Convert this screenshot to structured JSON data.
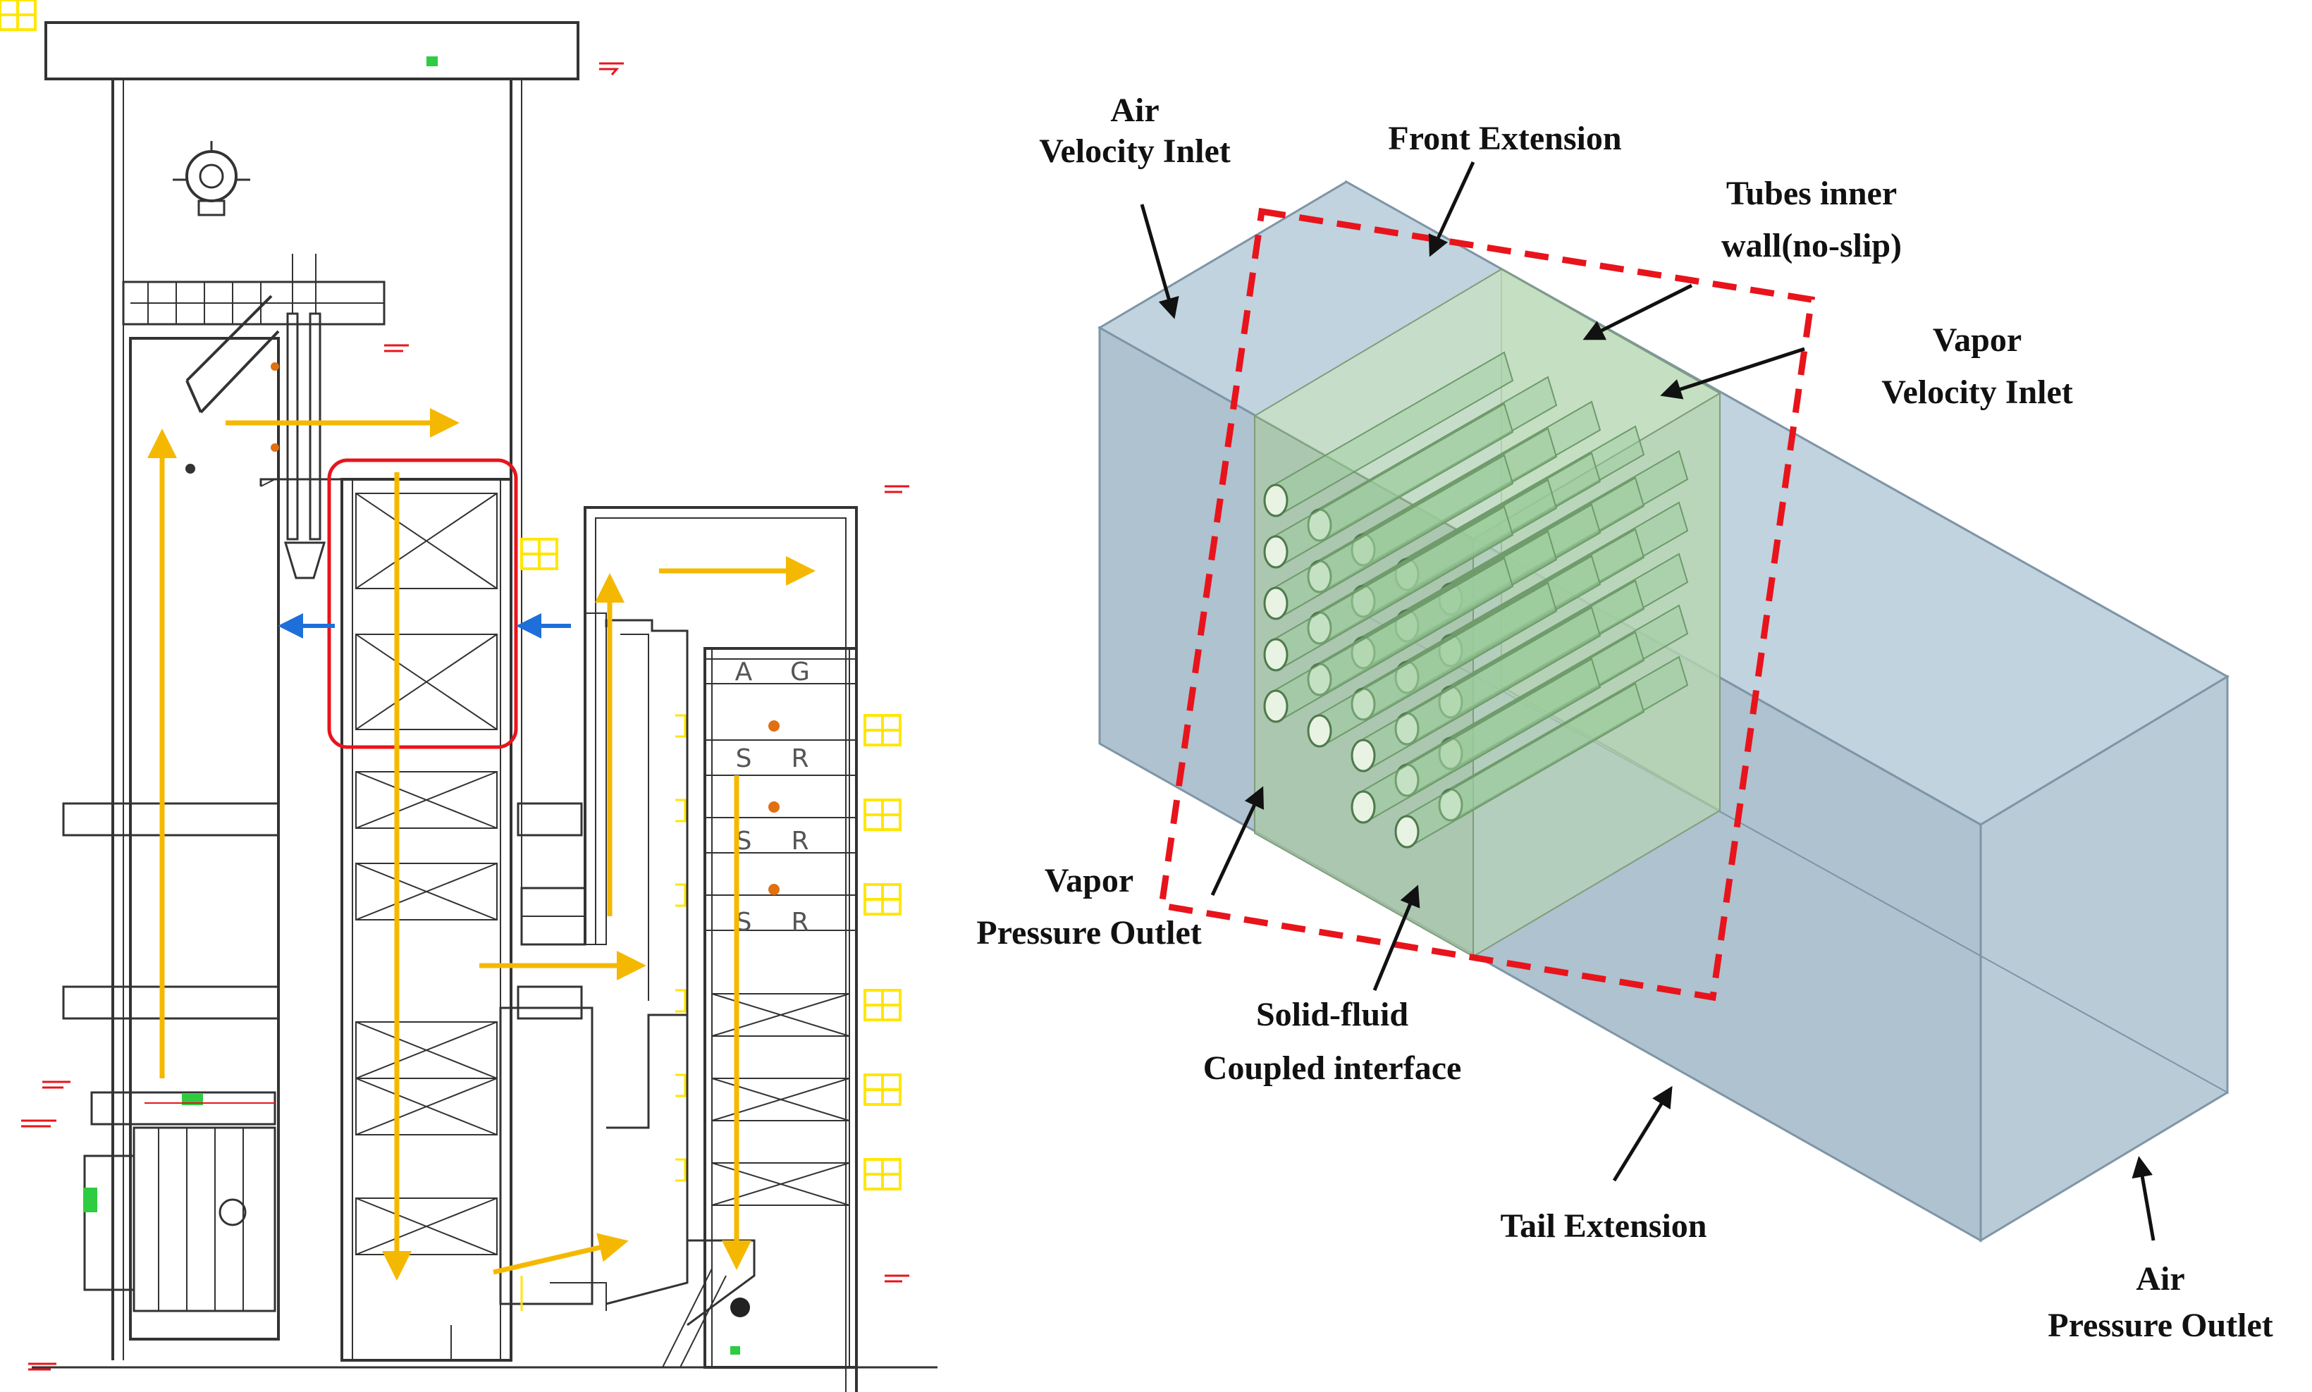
{
  "colors": {
    "flow_arrow": "#F5B800",
    "cool_arrow": "#1E6FD9",
    "highlight": "#E8141C",
    "box_face": "#B7C9D6",
    "tube": "#9CCB9C",
    "hatch": "#FFE600"
  },
  "bank_labels": [
    "A",
    "G",
    "S",
    "R",
    "S",
    "R",
    "S",
    "R"
  ],
  "labels": {
    "air_velocity_inlet": [
      "Air",
      "Velocity Inlet"
    ],
    "front_extension": [
      "Front Extension"
    ],
    "tubes_inner_wall": [
      "Tubes inner",
      "wall(no-slip)"
    ],
    "vapor_velocity_inlet": [
      "Vapor",
      "Velocity Inlet"
    ],
    "vapor_pressure_outlet": [
      "Vapor",
      "Pressure Outlet"
    ],
    "solid_fluid_interface": [
      "Solid-fluid",
      "Coupled interface"
    ],
    "tail_extension": [
      "Tail Extension"
    ],
    "air_pressure_outlet": [
      "Air",
      "Pressure Outlet"
    ]
  }
}
